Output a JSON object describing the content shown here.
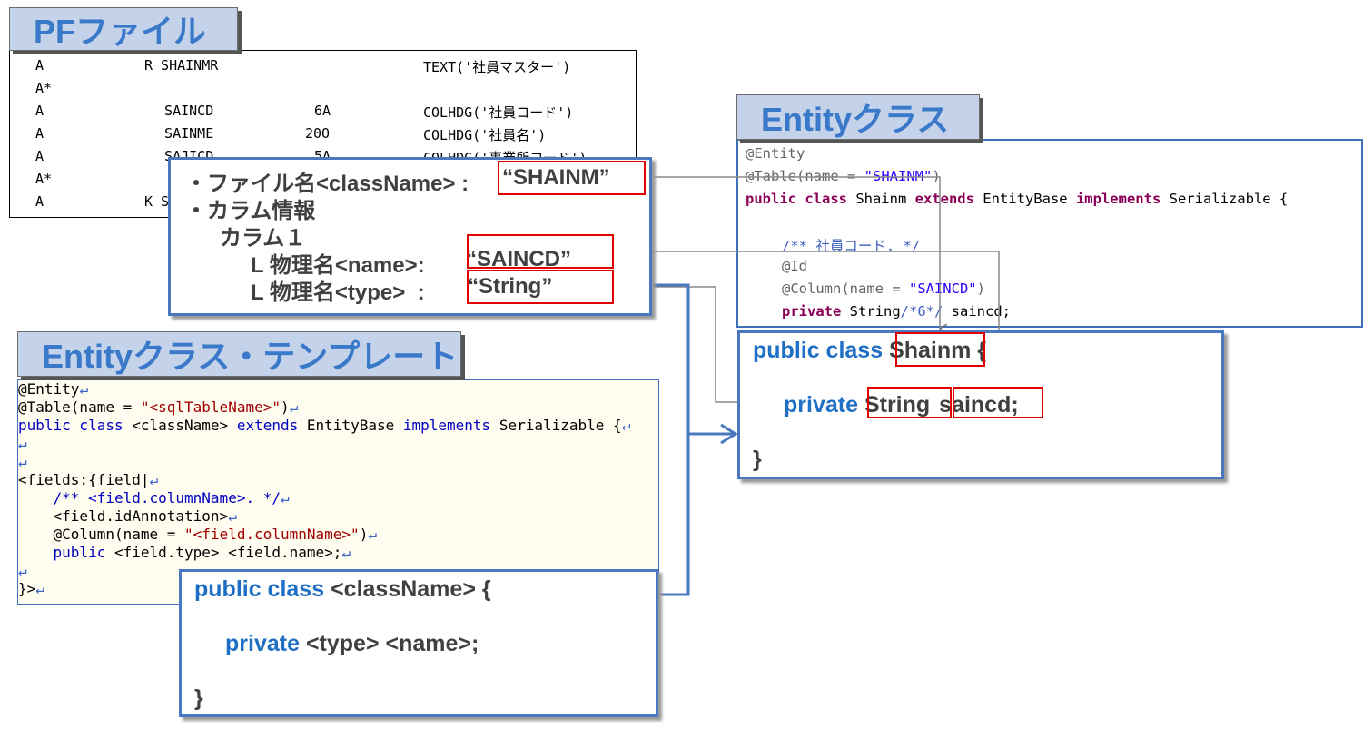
{
  "pf_file": {
    "title": "PFファイル",
    "lines": [
      {
        "c1": "A",
        "c2": "R SHAINMR",
        "c3": "",
        "c4": "TEXT('社員マスター')"
      },
      {
        "c1": "A*",
        "c2": "",
        "c3": "",
        "c4": ""
      },
      {
        "c1": "A",
        "c2": "  SAINCD",
        "c3": "6A",
        "c4": "COLHDG('社員コード')"
      },
      {
        "c1": "A",
        "c2": "  SAINME",
        "c3": "20O",
        "c4": "COLHDG('社員名')"
      },
      {
        "c1": "A",
        "c2": "  SAJICD",
        "c3": "5A",
        "c4": "COLHDG('事業所コード')"
      },
      {
        "c1": "A*",
        "c2": "",
        "c3": "",
        "c4": ""
      },
      {
        "c1": "A",
        "c2": "K S",
        "c3": "",
        "c4": ""
      }
    ]
  },
  "info_box": {
    "line1_label": "・ファイル名<className> :",
    "line1_value": "“SHAINM”",
    "line2": "・カラム情報",
    "line3": "カラム１",
    "line4_label": "L 物理名<name>: ",
    "line4_value": "“SAINCD”",
    "line5_label": "L 物理名<type>  : ",
    "line5_value": "“String”"
  },
  "entity_class": {
    "title": "Entityクラス",
    "code": {
      "l1": "@Entity",
      "l2a": "@Table(name = ",
      "l2b": "\"SHAINM\"",
      "l2c": ")",
      "l3a": "public class",
      "l3b": " Shainm ",
      "l3c": "extends",
      "l3d": " EntityBase ",
      "l3e": "implements",
      "l3f": " Serializable {",
      "l5": "/** 社員コード. */",
      "l6": "@Id",
      "l7a": "@Column(name = ",
      "l7b": "\"SAINCD\"",
      "l7c": ")",
      "l8a": "private",
      "l8b": " String",
      "l8c": "/*6*/",
      "l8d": " saincd;"
    },
    "summary": {
      "l1a": "public class ",
      "l1b": "Shainm",
      "l1c": " {",
      "l2a": "private ",
      "l2b": "String",
      "l2c": "saincd;",
      "l3": "}"
    }
  },
  "template": {
    "title": "Entityクラス・テンプレート",
    "code": {
      "l1": "@Entity",
      "l2a": "@Table(name = ",
      "l2b": "\"<sqlTableName>\"",
      "l2c": ")",
      "l3a": "public class",
      "l3b": " <className> ",
      "l3c": "extends",
      "l3d": " EntityBase ",
      "l3e": "implements",
      "l3f": " Serializable {",
      "l6": "<fields:{field|",
      "l7": "    /** <field.columnName>. */",
      "l8": "    <field.idAnnotation>",
      "l9a": "    @Column(name = ",
      "l9b": "\"<field.columnName>\"",
      "l9c": ")",
      "l10a": "    public",
      "l10b": " <field.type> <field.name>;",
      "l12": "}>",
      "ret": "↵"
    },
    "summary": {
      "l1a": "public class ",
      "l1b": "<className> {",
      "l2a": "private ",
      "l2b": "<type> <name>;",
      "l3": "}"
    }
  }
}
